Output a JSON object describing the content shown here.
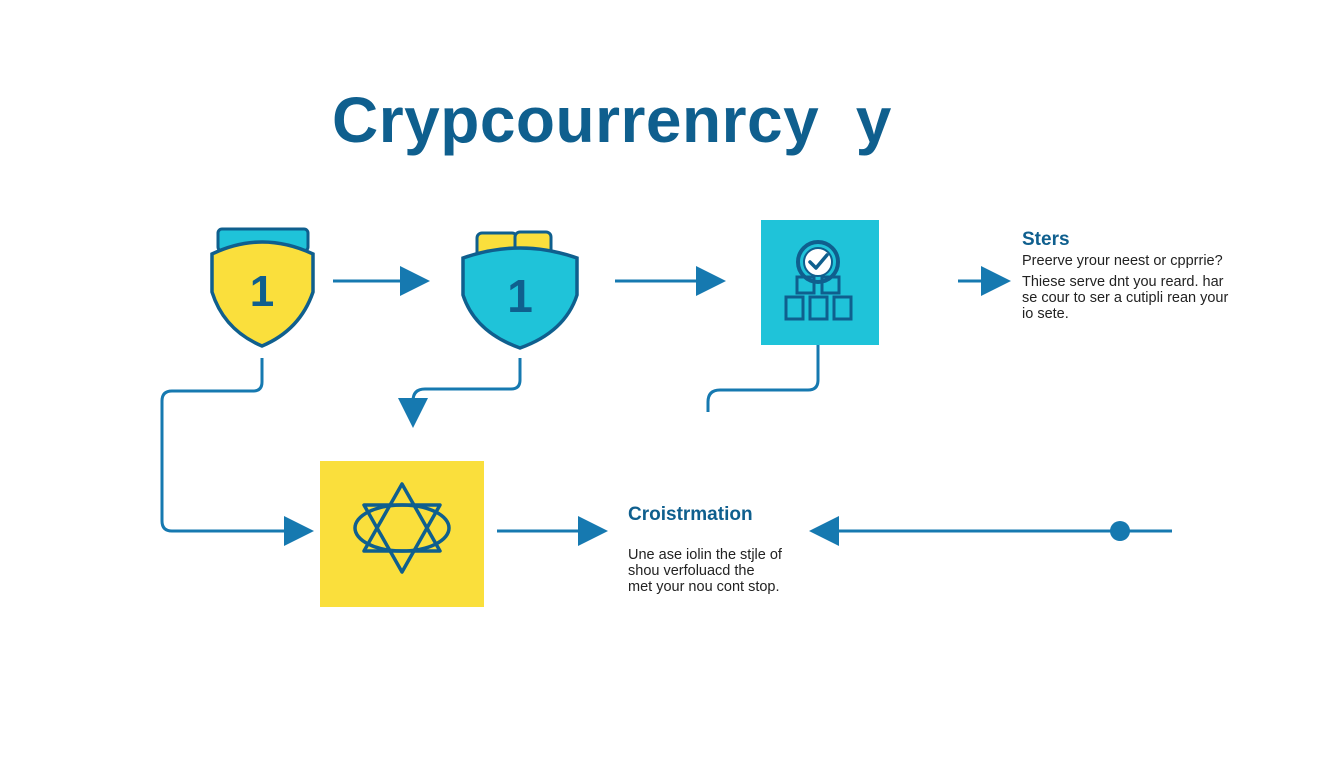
{
  "title": "Crypcourrenrcy  y",
  "colors": {
    "primary": "#0f5f8e",
    "line": "#1679b0",
    "yellow": "#fadf3c",
    "cyan": "#1fc3d9",
    "text": "#222222"
  },
  "shields": [
    {
      "label": "1",
      "fill": "yellow",
      "icon": "shield-wallet-icon"
    },
    {
      "label": "1",
      "fill": "cyan",
      "icon": "shield-coins-icon"
    }
  ],
  "blocks_node": {
    "icon": "blockchain-check-icon"
  },
  "network_node": {
    "icon": "network-star-icon"
  },
  "steps_block": {
    "heading": "Sters",
    "lines": [
      "Preerve yrour neest or cpprrie?",
      "Thiese serve dnt you reard. har",
      "se cour to ser a cutipli rean your",
      "io sete."
    ]
  },
  "transformation_block": {
    "heading": "Croistrmation",
    "lines": [
      "Une ase iolin the stjle of",
      "shou verfoluacd the",
      "met your nou cont stop."
    ]
  }
}
